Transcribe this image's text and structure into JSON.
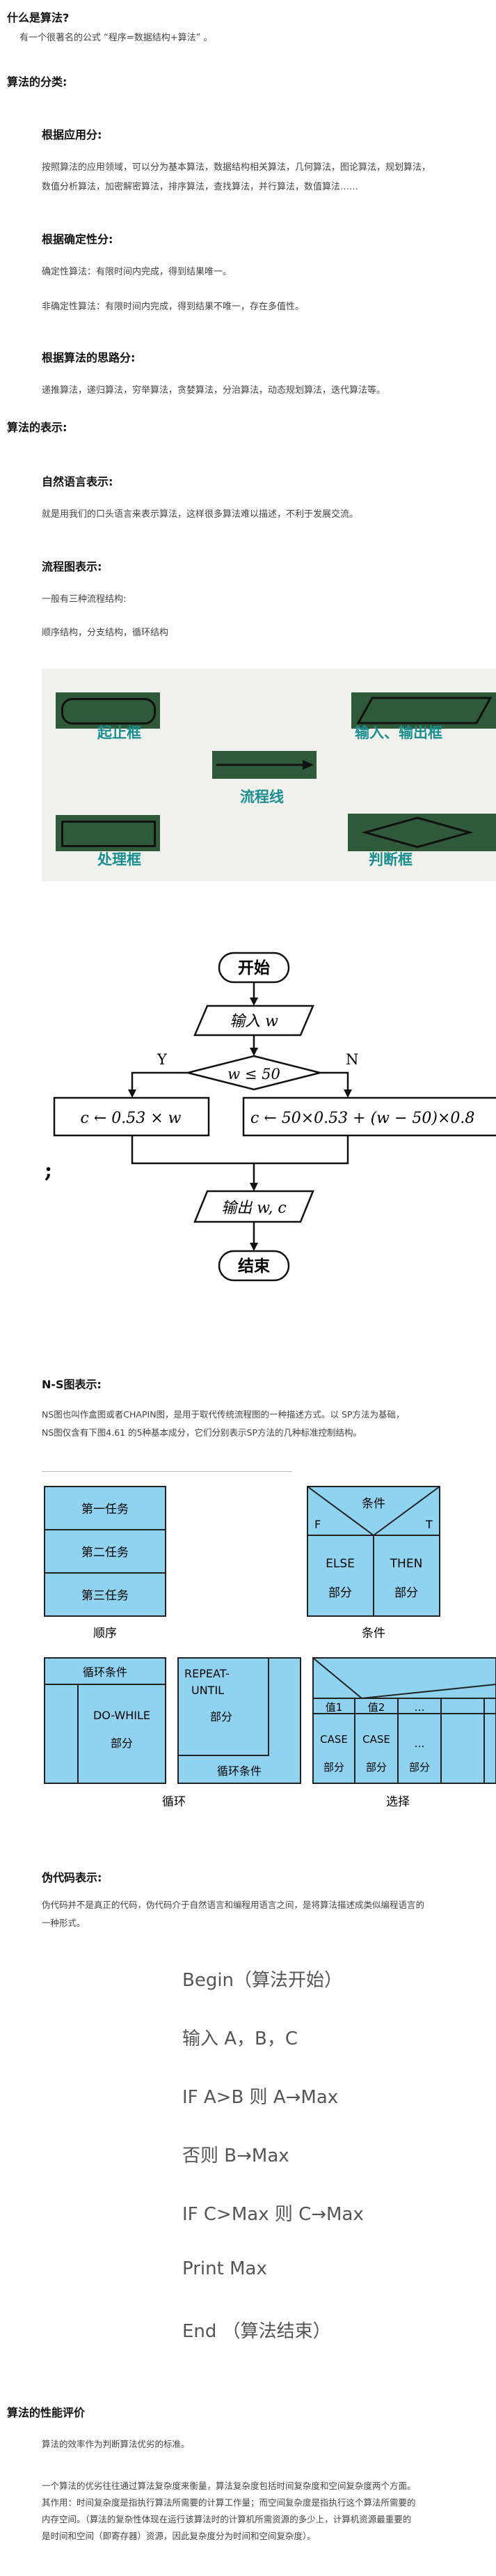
{
  "heading_what_is": "什么是算法?",
  "intro_text": "有一个很著名的公式 “程序=数据结构+算法” 。",
  "heading_classification": "算法的分类:",
  "by_application": {
    "title": "根据应用分:",
    "text1": "按照算法的应用领域，可以分为基本算法，数据结构相关算法，几何算法，图论算法，规划算法，",
    "text2": "数值分析算法，加密解密算法，排序算法，查找算法，并行算法，数值算法……"
  },
  "by_determinism": {
    "title": "根据确定性分:",
    "text1": "确定性算法：有限时间内完成，得到结果唯一。",
    "text2": "非确定性算法：有限时间内完成，得到结果不唯一，存在多值性。"
  },
  "by_idea": {
    "title": "根据算法的思路分:",
    "text": "递推算法，递归算法，穷举算法，贪婪算法，分治算法，动态规划算法，迭代算法等。"
  },
  "heading_representation": "算法的表示:",
  "natural_language": {
    "title": "自然语言表示:",
    "text": "就是用我们的口头语言来表示算法，这样很多算法难以描述，不利于发展交流。"
  },
  "flowchart": {
    "title": "流程图表示:",
    "text1": "一般有三种流程结构:",
    "text2": "顺序结构，分支结构，循环结构",
    "symbols": {
      "start_end": "起止框",
      "io": "输入、输出框",
      "flowline": "流程线",
      "process": "处理框",
      "decision": "判断框"
    },
    "example": {
      "start": "开始",
      "input": "输入 w",
      "condition": "w ≤ 50",
      "yes": "Y",
      "no": "N",
      "left_process": "c ← 0.53 × w",
      "right_process": "c ← 50×0.53 + (w − 50)×0.8",
      "side_mark": ";",
      "output": "输出 w, c",
      "end": "结束"
    }
  },
  "ns": {
    "title": "N-S图表示:",
    "text1": "NS图也叫作盒图或者CHAPIN图，是用于取代传统流程图的一种描述方式。以 SP方法为基础，",
    "text2": "NS图仅含有下图4.61 的5种基本成分，它们分别表示SP方法的几种标准控制结构。",
    "sequence": {
      "task1": "第一任务",
      "task2": "第二任务",
      "task3": "第三任务",
      "caption": "顺序"
    },
    "condition": {
      "cond": "条件",
      "f": "F",
      "t": "T",
      "else": "ELSE",
      "then": "THEN",
      "part": "部分",
      "caption": "条件"
    },
    "loop": {
      "cond": "循环条件",
      "dowhile": "DO-WHILE",
      "repeat": "REPEAT-",
      "until": "UNTIL",
      "part": "部分",
      "loop_cond": "循环条件",
      "caption": "循环"
    },
    "select": {
      "v1": "值1",
      "v2": "值2",
      "dots": "…",
      "case": "CASE",
      "part": "部分",
      "caption": "选择"
    }
  },
  "pseudocode": {
    "title": "伪代码表示:",
    "text1": "伪代码并不是真正的代码，伪代码介于自然语言和编程用语言之间，是将算法描述成类似编程语言的",
    "text2": "一种形式。",
    "lines": [
      "Begin（算法开始）",
      "输入 A，B，C",
      "IF A>B 则 A→Max",
      "否则 B→Max",
      "IF C>Max 则 C→Max",
      "Print Max",
      "End （算法结束）"
    ]
  },
  "performance": {
    "title": "算法的性能评价",
    "text1": "算法的效率作为判断算法优劣的标准。",
    "text2": "一个算法的优劣往往通过算法复杂度来衡量，算法复杂度包括时间复杂度和空间复杂度两个方面。",
    "text3": "其作用：时间复杂度是指执行算法所需要的计算工作量；而空间复杂度是指执行这个算法所需要的",
    "text4": "内存空间。（算法的复杂性体现在运行该算法时的计算机所需资源的多少上，计算机资源最重要的",
    "text5": "是时间和空间（即寄存器）资源，因此复杂度分为时间和空间复杂度）。"
  }
}
